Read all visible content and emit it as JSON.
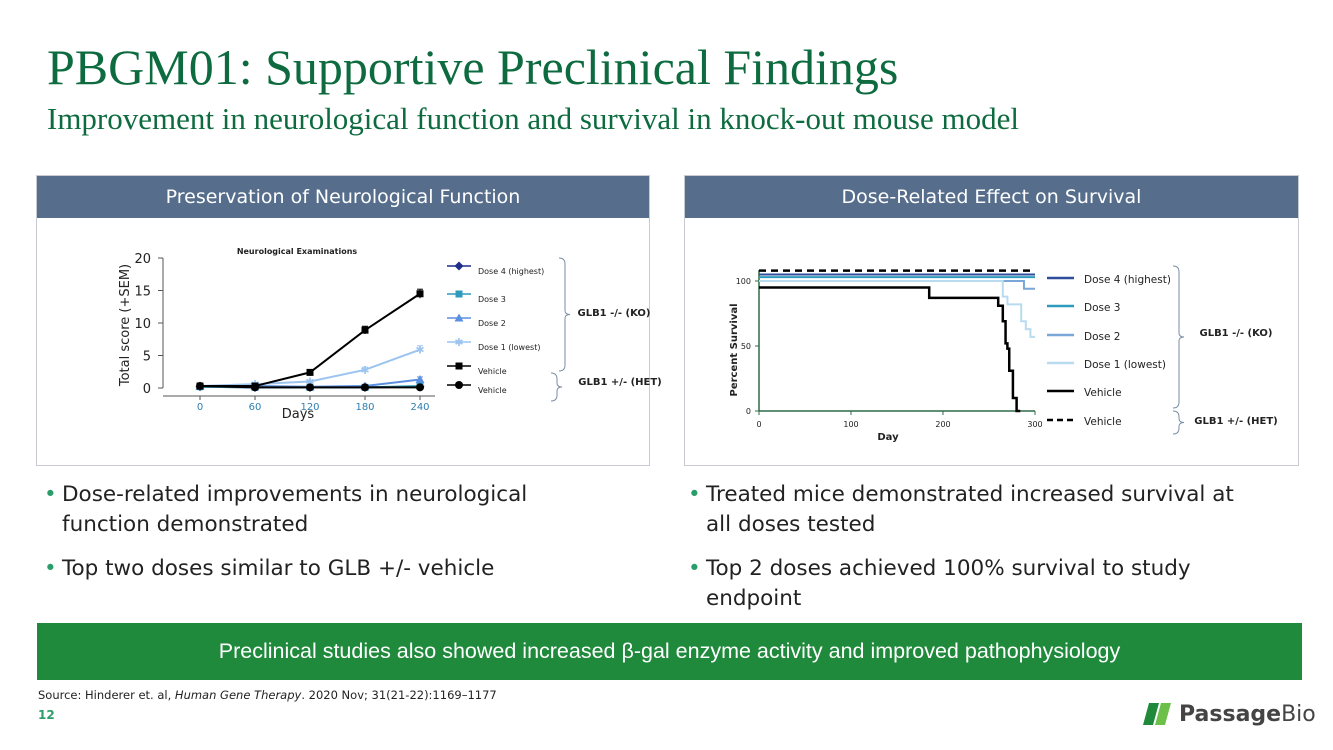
{
  "slide": {
    "title": "PBGM01: Supportive Preclinical Findings",
    "subtitle": "Improvement in neurological function and survival in knock-out mouse model",
    "left_panel_title": "Preservation of Neurological Function",
    "right_panel_title": "Dose-Related Effect on Survival",
    "left_bullets": [
      "Dose-related improvements in neurological function demonstrated",
      "Top two doses similar to GLB +/- vehicle"
    ],
    "right_bullets": [
      "Treated mice demonstrated increased survival at all doses tested",
      "Top 2 doses achieved 100% survival to study endpoint"
    ],
    "banner": "Preclinical studies also showed increased β-gal enzyme activity and improved pathophysiology",
    "source_prefix": "Source:  Hinderer et. al, ",
    "source_journal": "Human Gene Therapy",
    "source_suffix": ". 2020 Nov; 31(21-22):1169–1177",
    "page_number": "12",
    "logo_word1": "Passage",
    "logo_word2": "Bio",
    "colors": {
      "green": "#0e6b3f",
      "panel_header": "#566e8c",
      "banner": "#1f8a3b"
    }
  },
  "chart_data": [
    {
      "type": "line",
      "title": "Neurological Examinations",
      "xlabel": "Days",
      "ylabel": "Total score (+SEM)",
      "x": [
        0,
        60,
        120,
        180,
        240
      ],
      "xticks": [
        0,
        60,
        120,
        180,
        240
      ],
      "yticks": [
        0,
        5,
        10,
        15,
        20
      ],
      "xlim": [
        0,
        240
      ],
      "ylim": [
        0,
        20
      ],
      "series": [
        {
          "name": "Dose 4 (highest)",
          "color": "#1f2e8a",
          "marker": "diamond",
          "values": [
            0.2,
            0.1,
            0.1,
            0.1,
            0.2
          ],
          "errors": [
            0.1,
            0.1,
            0.1,
            0.1,
            0.1
          ]
        },
        {
          "name": "Dose 3",
          "color": "#2e9bbd",
          "marker": "square",
          "values": [
            0.2,
            0.1,
            0.1,
            0.1,
            0.3
          ],
          "errors": [
            0.1,
            0.1,
            0.1,
            0.1,
            0.1
          ]
        },
        {
          "name": "Dose 2",
          "color": "#5b8fe0",
          "marker": "triangle",
          "values": [
            0.3,
            0.3,
            0.2,
            0.3,
            1.3
          ],
          "errors": [
            0.1,
            0.1,
            0.1,
            0.2,
            0.4
          ]
        },
        {
          "name": "Dose 1 (lowest)",
          "color": "#9cc4ef",
          "marker": "star",
          "values": [
            0.3,
            0.6,
            1.0,
            2.8,
            5.9
          ],
          "errors": [
            0.1,
            0.2,
            0.2,
            0.4,
            0.6
          ]
        },
        {
          "name": "Vehicle",
          "color": "#000000",
          "marker": "square",
          "values": [
            0.3,
            0.3,
            2.4,
            8.9,
            14.5
          ],
          "errors": [
            0.1,
            0.1,
            0.2,
            0.6,
            0.7
          ]
        },
        {
          "name": "Vehicle",
          "color": "#000000",
          "marker": "circle",
          "values": [
            0.3,
            0.1,
            0.1,
            0.1,
            0.1
          ],
          "errors": [
            0.1,
            0.1,
            0.1,
            0.1,
            0.1
          ]
        }
      ],
      "groups": [
        {
          "label": "GLB1 -/- (KO)",
          "series": [
            0,
            1,
            2,
            3,
            4
          ]
        },
        {
          "label": "GLB1 +/- (HET)",
          "series": [
            5
          ]
        }
      ]
    },
    {
      "type": "line",
      "title": "",
      "xlabel": "Day",
      "ylabel": "Percent Survival",
      "xticks": [
        0,
        100,
        200,
        300
      ],
      "yticks": [
        0,
        50,
        100
      ],
      "xlim": [
        0,
        300
      ],
      "ylim": [
        0,
        100
      ],
      "series": [
        {
          "name": "Dose 4 (highest)",
          "color": "#2f4f9e",
          "dash": false,
          "points": [
            [
              0,
              105
            ],
            [
              300,
              105
            ]
          ]
        },
        {
          "name": "Dose 3",
          "color": "#2e9bbd",
          "dash": false,
          "points": [
            [
              0,
              103
            ],
            [
              300,
              103
            ]
          ]
        },
        {
          "name": "Dose 2",
          "color": "#7aa6d8",
          "dash": false,
          "points": [
            [
              0,
              100
            ],
            [
              288,
              100
            ],
            [
              288,
              94
            ],
            [
              300,
              94
            ]
          ]
        },
        {
          "name": "Dose 1 (lowest)",
          "color": "#b9dbf0",
          "dash": false,
          "points": [
            [
              0,
              100
            ],
            [
              265,
              100
            ],
            [
              265,
              88
            ],
            [
              270,
              88
            ],
            [
              270,
              82
            ],
            [
              285,
              82
            ],
            [
              285,
              69
            ],
            [
              290,
              69
            ],
            [
              290,
              63
            ],
            [
              295,
              63
            ],
            [
              295,
              57
            ],
            [
              300,
              57
            ]
          ]
        },
        {
          "name": "Vehicle",
          "color": "#000000",
          "dash": false,
          "points": [
            [
              0,
              95
            ],
            [
              185,
              95
            ],
            [
              185,
              87
            ],
            [
              260,
              87
            ],
            [
              260,
              81
            ],
            [
              265,
              81
            ],
            [
              265,
              69
            ],
            [
              268,
              69
            ],
            [
              268,
              52
            ],
            [
              270,
              52
            ],
            [
              270,
              48
            ],
            [
              272,
              48
            ],
            [
              272,
              31
            ],
            [
              276,
              31
            ],
            [
              276,
              10
            ],
            [
              280,
              10
            ],
            [
              280,
              0
            ],
            [
              284,
              0
            ]
          ]
        },
        {
          "name": "Vehicle",
          "color": "#000000",
          "dash": true,
          "points": [
            [
              0,
              108
            ],
            [
              300,
              108
            ]
          ]
        }
      ],
      "groups": [
        {
          "label": "GLB1 -/- (KO)",
          "series": [
            0,
            1,
            2,
            3,
            4
          ]
        },
        {
          "label": "GLB1 +/- (HET)",
          "series": [
            5
          ]
        }
      ]
    }
  ]
}
